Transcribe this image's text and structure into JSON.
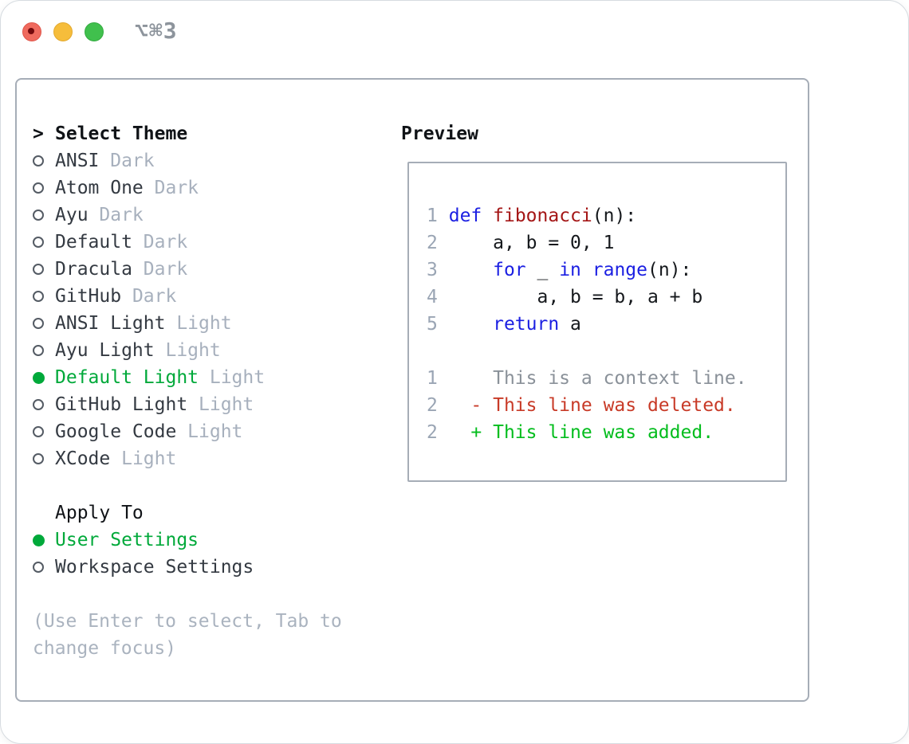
{
  "window": {
    "shortcut": "⌥⌘3",
    "traffic_lights": {
      "close": "close-button",
      "minimize": "minimize-button",
      "zoom": "zoom-button"
    }
  },
  "theme_panel": {
    "title_prefix": ">",
    "title": "Select Theme",
    "themes": [
      {
        "name": "ANSI",
        "variant": "Dark",
        "selected": false
      },
      {
        "name": "Atom One",
        "variant": "Dark",
        "selected": false
      },
      {
        "name": "Ayu",
        "variant": "Dark",
        "selected": false
      },
      {
        "name": "Default",
        "variant": "Dark",
        "selected": false
      },
      {
        "name": "Dracula",
        "variant": "Dark",
        "selected": false
      },
      {
        "name": "GitHub",
        "variant": "Dark",
        "selected": false
      },
      {
        "name": "ANSI Light",
        "variant": "Light",
        "selected": false
      },
      {
        "name": "Ayu Light",
        "variant": "Light",
        "selected": false
      },
      {
        "name": "Default Light",
        "variant": "Light",
        "selected": true
      },
      {
        "name": "GitHub Light",
        "variant": "Light",
        "selected": false
      },
      {
        "name": "Google Code",
        "variant": "Light",
        "selected": false
      },
      {
        "name": "XCode",
        "variant": "Light",
        "selected": false
      }
    ],
    "apply_to": {
      "title": "Apply To",
      "options": [
        {
          "label": "User Settings",
          "selected": true
        },
        {
          "label": "Workspace Settings",
          "selected": false
        }
      ]
    },
    "hint": "(Use Enter to select, Tab to change focus)"
  },
  "preview": {
    "title": "Preview",
    "lines": [
      {
        "num": "1",
        "segments": [
          [
            " ",
            "text"
          ],
          [
            "def",
            "keyword"
          ],
          [
            " ",
            "text"
          ],
          [
            "fibonacci",
            "function"
          ],
          [
            "(n):",
            "text"
          ]
        ]
      },
      {
        "num": "2",
        "segments": [
          [
            "     a, b = 0, 1",
            "text"
          ]
        ]
      },
      {
        "num": "3",
        "segments": [
          [
            "     ",
            "text"
          ],
          [
            "for",
            "keyword"
          ],
          [
            " _ ",
            "text"
          ],
          [
            "in",
            "keyword"
          ],
          [
            " ",
            "text"
          ],
          [
            "range",
            "keyword"
          ],
          [
            "(n):",
            "text"
          ]
        ]
      },
      {
        "num": "4",
        "segments": [
          [
            "         a, b = b, a + b",
            "text"
          ]
        ]
      },
      {
        "num": "5",
        "segments": [
          [
            "     ",
            "text"
          ],
          [
            "return",
            "keyword"
          ],
          [
            " a",
            "text"
          ]
        ]
      },
      {
        "num": "",
        "segments": []
      },
      {
        "num": "1",
        "segments": [
          [
            "     This is a context line.",
            "context"
          ]
        ]
      },
      {
        "num": "2",
        "segments": [
          [
            "   - This line was deleted.",
            "deleted"
          ]
        ]
      },
      {
        "num": "2",
        "segments": [
          [
            "   + This line was added.",
            "added"
          ]
        ]
      }
    ]
  },
  "colors": {
    "keyword": "#1b1fe2",
    "function": "#a41616",
    "text": "#15181c",
    "context": "#8a9199",
    "deleted": "#c83a27",
    "added": "#03bd1d",
    "line_number": "#9aa5b4",
    "selected_green": "#00a93a",
    "item_text": "#343a42",
    "variant_muted": "#a7b0bd",
    "hint_muted": "#aab3bf"
  }
}
